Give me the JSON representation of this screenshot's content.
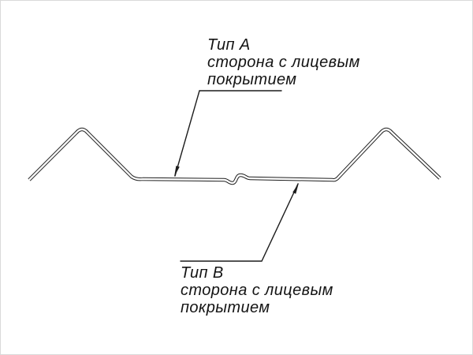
{
  "drawing": {
    "background_color": "#ffffff",
    "line_color": "#1c1c1c"
  },
  "annotations": {
    "type_a": {
      "title": "Тип A",
      "desc_line1": "сторона с лицевым",
      "desc_line2": "покрытием"
    },
    "type_b": {
      "title": "Тип B",
      "desc_line1": "сторона с лицевым",
      "desc_line2": "покрытием"
    }
  }
}
